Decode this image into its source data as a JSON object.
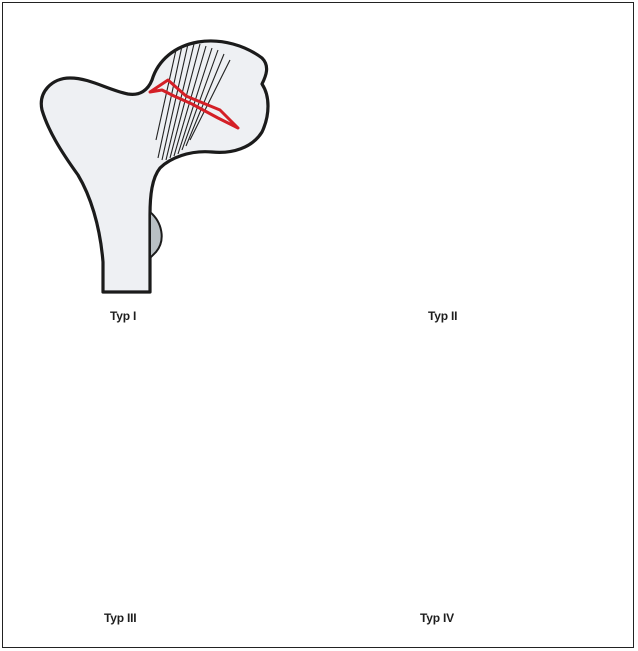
{
  "panels": [
    {
      "label": "Typ I"
    },
    {
      "label": "Typ II"
    },
    {
      "label": "Typ III"
    },
    {
      "label": "Typ IV"
    }
  ],
  "colors": {
    "fracture_line": "#d41f26",
    "bone_fill": "#eef0f3",
    "outline": "#1b1b1b",
    "trochanter": "#b9c0c4"
  }
}
